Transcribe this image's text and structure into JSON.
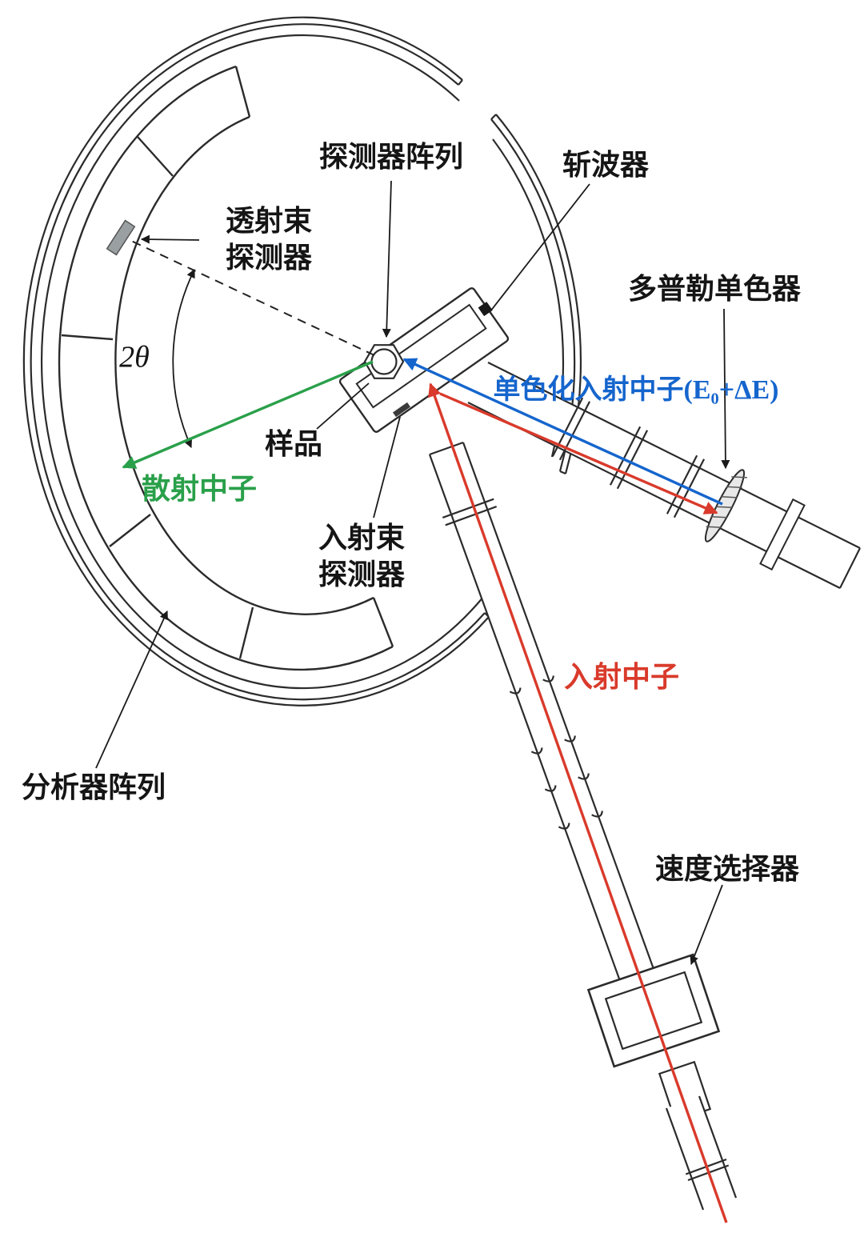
{
  "colors": {
    "red": "#d93a2b",
    "blue": "#1565cd",
    "green": "#2aa04a",
    "diagram_line": "#2b2b2b",
    "detector_gray": "#9aa0a2"
  },
  "labels": {
    "detector_array": "探测器阵列",
    "chopper": "斩波器",
    "transmitted_beam_detector": {
      "line1": "透射束",
      "line2": "探测器"
    },
    "doppler_monochromator": "多普勒单色器",
    "two_theta": "2θ",
    "sample": "样品",
    "scattered_neutrons": "散射中子",
    "monochromatized_incident_neutrons": "单色化入射中子(E₀+ΔE)",
    "incident_beam_detector": {
      "line1": "入射束",
      "line2": "探测器"
    },
    "incident_neutrons": "入射中子",
    "analyzer_array": "分析器阵列",
    "velocity_selector": "速度选择器"
  }
}
